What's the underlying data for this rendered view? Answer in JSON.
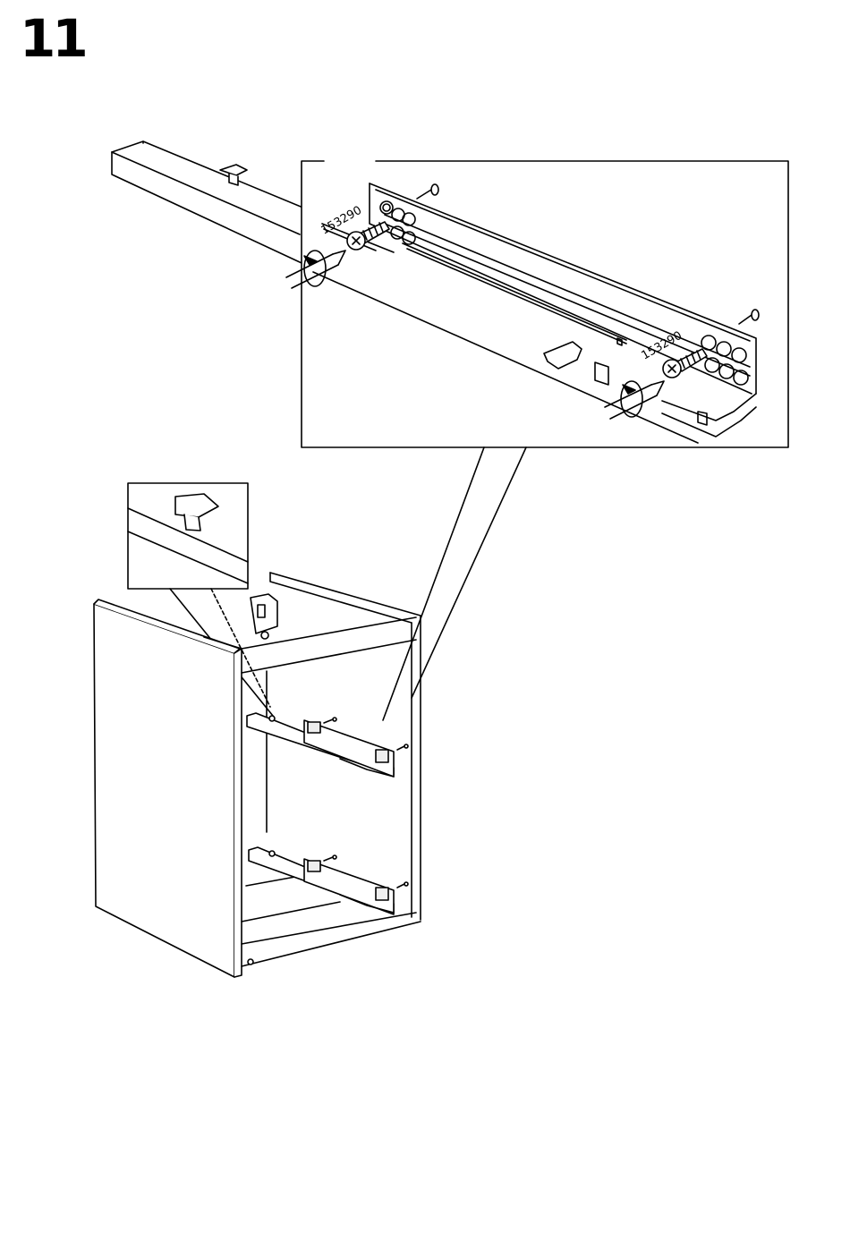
{
  "step": {
    "number": "11"
  },
  "parts": {
    "screw_label_left": "153290",
    "screw_label_right": "153290"
  },
  "icons": {
    "screwdriver": "screwdriver-icon",
    "rotation": "clockwise-arrow-icon",
    "screw": "screw-icon"
  },
  "colors": {
    "line": "#000000",
    "background": "#ffffff",
    "shade": "#eeeeee"
  }
}
